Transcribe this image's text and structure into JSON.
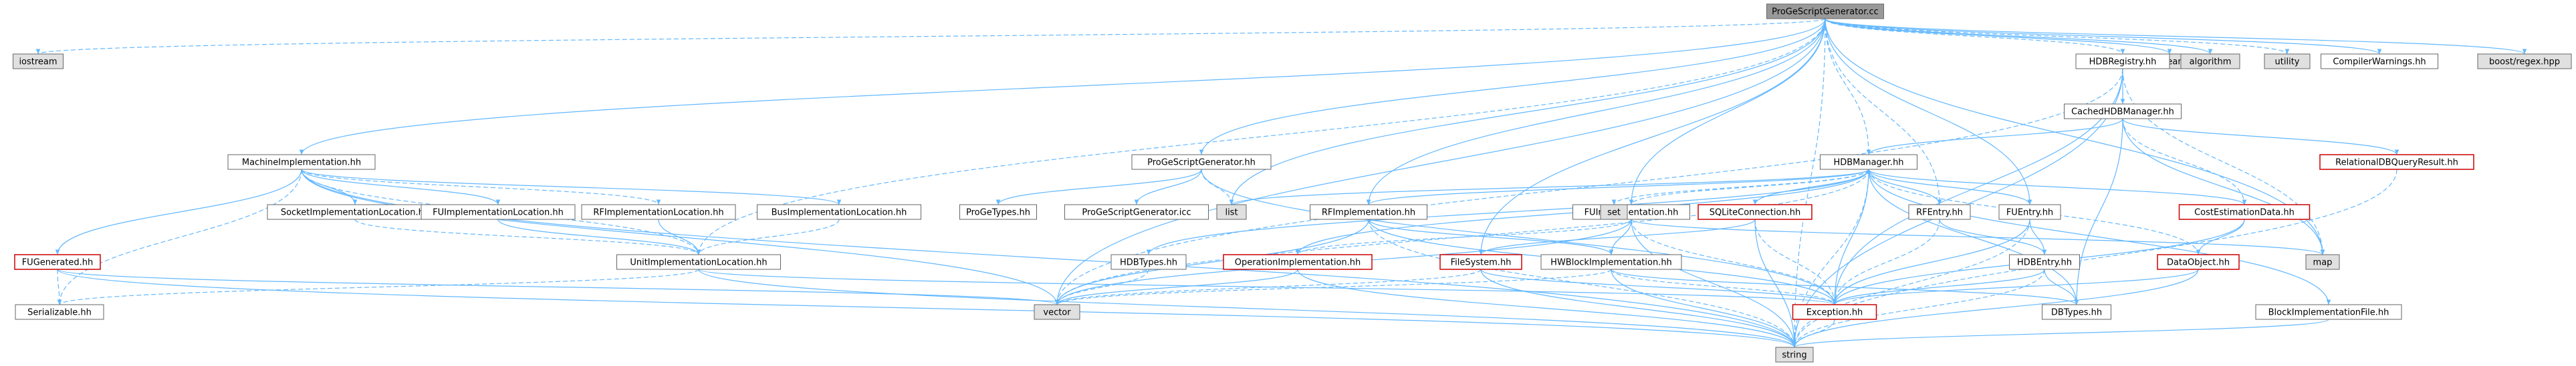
{
  "colors": {
    "edge": "#63b8ff",
    "node_border": "#666666",
    "root_fill": "#999999",
    "gray_fill": "#e0e0e0",
    "white_fill": "#ffffff",
    "red_border": "#cc0000",
    "text": "#000000"
  },
  "nodes": [
    {
      "id": "root",
      "label": "ProGeScriptGenerator.cc",
      "style": "root"
    },
    {
      "id": "iostream",
      "label": "iostream",
      "style": "gray"
    },
    {
      "id": "fstream",
      "label": "fstream",
      "style": "gray"
    },
    {
      "id": "algorithm",
      "label": "algorithm",
      "style": "gray"
    },
    {
      "id": "utility",
      "label": "utility",
      "style": "gray"
    },
    {
      "id": "compilerwarnings",
      "label": "CompilerWarnings.hh",
      "style": "white"
    },
    {
      "id": "boostregex",
      "label": "boost/regex.hpp",
      "style": "gray"
    },
    {
      "id": "hdbregistry",
      "label": "HDBRegistry.hh",
      "style": "white"
    },
    {
      "id": "cachedhdb",
      "label": "CachedHDBManager.hh",
      "style": "white"
    },
    {
      "id": "relationaldb",
      "label": "RelationalDBQueryResult.hh",
      "style": "red"
    },
    {
      "id": "machineimpl",
      "label": "MachineImplementation.hh",
      "style": "white"
    },
    {
      "id": "progescriptgen_hh",
      "label": "ProGeScriptGenerator.hh",
      "style": "white"
    },
    {
      "id": "hdbmanager",
      "label": "HDBManager.hh",
      "style": "white"
    },
    {
      "id": "socketimplloc",
      "label": "SocketImplementationLocation.hh",
      "style": "white"
    },
    {
      "id": "fuimplloc",
      "label": "FUImplementationLocation.hh",
      "style": "white"
    },
    {
      "id": "rfimplloc",
      "label": "RFImplementationLocation.hh",
      "style": "white"
    },
    {
      "id": "busimplloc",
      "label": "BusImplementationLocation.hh",
      "style": "white"
    },
    {
      "id": "progetypes",
      "label": "ProGeTypes.hh",
      "style": "white"
    },
    {
      "id": "progescriptgen_icc",
      "label": "ProGeScriptGenerator.icc",
      "style": "white"
    },
    {
      "id": "list",
      "label": "list",
      "style": "gray"
    },
    {
      "id": "rfimpl",
      "label": "RFImplementation.hh",
      "style": "white"
    },
    {
      "id": "fuimpl",
      "label": "FUImplementation.hh",
      "style": "white"
    },
    {
      "id": "set",
      "label": "set",
      "style": "gray"
    },
    {
      "id": "sqlite",
      "label": "SQLiteConnection.hh",
      "style": "red"
    },
    {
      "id": "rfentry",
      "label": "RFEntry.hh",
      "style": "white"
    },
    {
      "id": "fuentry",
      "label": "FUEntry.hh",
      "style": "white"
    },
    {
      "id": "costestimation",
      "label": "CostEstimationData.hh",
      "style": "red"
    },
    {
      "id": "fugenerated",
      "label": "FUGenerated.hh",
      "style": "red"
    },
    {
      "id": "unitimplloc",
      "label": "UnitImplementationLocation.hh",
      "style": "white"
    },
    {
      "id": "hdbtypes",
      "label": "HDBTypes.hh",
      "style": "white"
    },
    {
      "id": "opimpl",
      "label": "OperationImplementation.hh",
      "style": "red"
    },
    {
      "id": "hwblockimpl",
      "label": "HWBlockImplementation.hh",
      "style": "white"
    },
    {
      "id": "filesystem",
      "label": "FileSystem.hh",
      "style": "red"
    },
    {
      "id": "hdbentry",
      "label": "HDBEntry.hh",
      "style": "white"
    },
    {
      "id": "dataobject",
      "label": "DataObject.hh",
      "style": "red"
    },
    {
      "id": "map",
      "label": "map",
      "style": "gray"
    },
    {
      "id": "serializable",
      "label": "Serializable.hh",
      "style": "white"
    },
    {
      "id": "vector",
      "label": "vector",
      "style": "gray"
    },
    {
      "id": "exception",
      "label": "Exception.hh",
      "style": "red"
    },
    {
      "id": "dbtypes",
      "label": "DBTypes.hh",
      "style": "white"
    },
    {
      "id": "blockimplfile",
      "label": "BlockImplementationFile.hh",
      "style": "white"
    },
    {
      "id": "string",
      "label": "string",
      "style": "gray"
    }
  ],
  "edges": [
    [
      "root",
      "iostream"
    ],
    [
      "root",
      "fstream"
    ],
    [
      "root",
      "algorithm"
    ],
    [
      "root",
      "utility"
    ],
    [
      "root",
      "compilerwarnings"
    ],
    [
      "root",
      "boostregex"
    ],
    [
      "root",
      "hdbregistry"
    ],
    [
      "root",
      "machineimpl"
    ],
    [
      "root",
      "progescriptgen_hh"
    ],
    [
      "root",
      "hdbmanager"
    ],
    [
      "root",
      "rfimpl"
    ],
    [
      "root",
      "fuimpl"
    ],
    [
      "root",
      "rfentry"
    ],
    [
      "root",
      "fuentry"
    ],
    [
      "root",
      "filesystem"
    ],
    [
      "root",
      "unitimplloc"
    ],
    [
      "root",
      "list"
    ],
    [
      "root",
      "vector"
    ],
    [
      "root",
      "string"
    ],
    [
      "root",
      "map"
    ],
    [
      "hdbregistry",
      "cachedhdb"
    ],
    [
      "hdbregistry",
      "map"
    ],
    [
      "hdbregistry",
      "string"
    ],
    [
      "hdbregistry",
      "exception"
    ],
    [
      "hdbregistry",
      "vector"
    ],
    [
      "cachedhdb",
      "hdbmanager"
    ],
    [
      "cachedhdb",
      "relationaldb"
    ],
    [
      "cachedhdb",
      "costestimation"
    ],
    [
      "cachedhdb",
      "map"
    ],
    [
      "cachedhdb",
      "dbtypes"
    ],
    [
      "relationaldb",
      "string"
    ],
    [
      "machineimpl",
      "socketimplloc"
    ],
    [
      "machineimpl",
      "fuimplloc"
    ],
    [
      "machineimpl",
      "rfimplloc"
    ],
    [
      "machineimpl",
      "busimplloc"
    ],
    [
      "machineimpl",
      "fugenerated"
    ],
    [
      "machineimpl",
      "serializable"
    ],
    [
      "machineimpl",
      "vector"
    ],
    [
      "machineimpl",
      "string"
    ],
    [
      "machineimpl",
      "unitimplloc"
    ],
    [
      "progescriptgen_hh",
      "progetypes"
    ],
    [
      "progescriptgen_hh",
      "progescriptgen_icc"
    ],
    [
      "progescriptgen_hh",
      "list"
    ],
    [
      "progescriptgen_hh",
      "exception"
    ],
    [
      "hdbmanager",
      "list"
    ],
    [
      "hdbmanager",
      "set"
    ],
    [
      "hdbmanager",
      "sqlite"
    ],
    [
      "hdbmanager",
      "costestimation"
    ],
    [
      "hdbmanager",
      "dataobject"
    ],
    [
      "hdbmanager",
      "hdbtypes"
    ],
    [
      "hdbmanager",
      "exception"
    ],
    [
      "hdbmanager",
      "string"
    ],
    [
      "hdbmanager",
      "blockimplfile"
    ],
    [
      "hdbmanager",
      "rfimpl"
    ],
    [
      "hdbmanager",
      "fuimpl"
    ],
    [
      "hdbmanager",
      "opimpl"
    ],
    [
      "hdbmanager",
      "dbtypes"
    ],
    [
      "hdbmanager",
      "vector"
    ],
    [
      "hdbmanager",
      "fuentry"
    ],
    [
      "hdbmanager",
      "rfentry"
    ],
    [
      "socketimplloc",
      "unitimplloc"
    ],
    [
      "fuimplloc",
      "unitimplloc"
    ],
    [
      "rfimplloc",
      "unitimplloc"
    ],
    [
      "busimplloc",
      "unitimplloc"
    ],
    [
      "rfimpl",
      "hwblockimpl"
    ],
    [
      "rfimpl",
      "vector"
    ],
    [
      "rfimpl",
      "string"
    ],
    [
      "rfimpl",
      "exception"
    ],
    [
      "fuimpl",
      "hwblockimpl"
    ],
    [
      "fuimpl",
      "opimpl"
    ],
    [
      "fuimpl",
      "vector"
    ],
    [
      "fuimpl",
      "string"
    ],
    [
      "fuimpl",
      "exception"
    ],
    [
      "fuimpl",
      "map"
    ],
    [
      "sqlite",
      "string"
    ],
    [
      "sqlite",
      "exception"
    ],
    [
      "sqlite",
      "filesystem"
    ],
    [
      "rfentry",
      "hdbentry"
    ],
    [
      "rfentry",
      "exception"
    ],
    [
      "fuentry",
      "hdbentry"
    ],
    [
      "fuentry",
      "exception"
    ],
    [
      "fuentry",
      "string"
    ],
    [
      "costestimation",
      "dataobject"
    ],
    [
      "costestimation",
      "exception"
    ],
    [
      "fugenerated",
      "serializable"
    ],
    [
      "fugenerated",
      "string"
    ],
    [
      "fugenerated",
      "vector"
    ],
    [
      "unitimplloc",
      "serializable"
    ],
    [
      "unitimplloc",
      "exception"
    ],
    [
      "unitimplloc",
      "string"
    ],
    [
      "hdbtypes",
      "vector"
    ],
    [
      "opimpl",
      "vector"
    ],
    [
      "opimpl",
      "string"
    ],
    [
      "hwblockimpl",
      "exception"
    ],
    [
      "hwblockimpl",
      "string"
    ],
    [
      "hwblockimpl",
      "dbtypes"
    ],
    [
      "hwblockimpl",
      "vector"
    ],
    [
      "filesystem",
      "exception"
    ],
    [
      "filesystem",
      "string"
    ],
    [
      "filesystem",
      "vector"
    ],
    [
      "hdbentry",
      "dbtypes"
    ],
    [
      "hdbentry",
      "exception"
    ],
    [
      "hdbentry",
      "string"
    ],
    [
      "dataobject",
      "exception"
    ],
    [
      "dataobject",
      "string"
    ],
    [
      "exception",
      "string"
    ],
    [
      "blockimplfile",
      "string"
    ]
  ]
}
